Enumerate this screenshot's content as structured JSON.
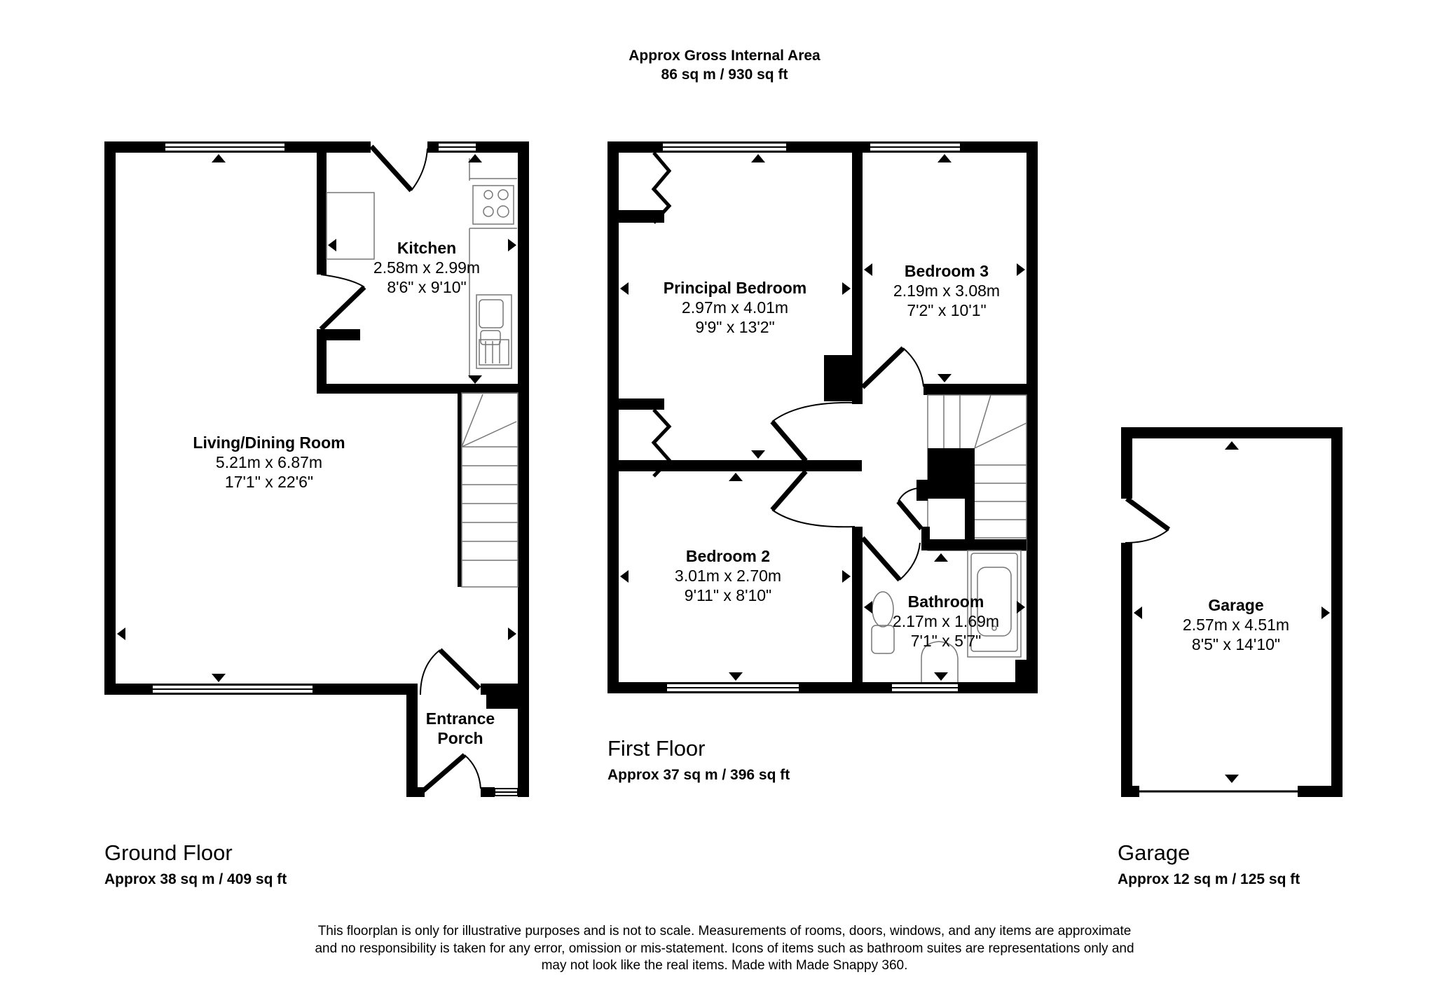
{
  "header": {
    "title": "Approx Gross Internal Area",
    "total_area": "86 sq m / 930 sq ft"
  },
  "floors": {
    "ground": {
      "name": "Ground Floor",
      "area": "Approx 38 sq m / 409 sq ft",
      "rooms": [
        {
          "name": "Living/Dining Room",
          "metric": "5.21m x 6.87m",
          "imperial": "17'1\" x 22'6\""
        },
        {
          "name": "Kitchen",
          "metric": "2.58m x 2.99m",
          "imperial": "8'6\" x 9'10\""
        },
        {
          "name_line1": "Entrance",
          "name_line2": "Porch"
        }
      ]
    },
    "first": {
      "name": "First Floor",
      "area": "Approx 37 sq m / 396 sq ft",
      "rooms": [
        {
          "name": "Principal Bedroom",
          "metric": "2.97m x 4.01m",
          "imperial": "9'9\" x 13'2\""
        },
        {
          "name": "Bedroom 3",
          "metric": "2.19m x 3.08m",
          "imperial": "7'2\" x 10'1\""
        },
        {
          "name": "Bedroom 2",
          "metric": "3.01m x 2.70m",
          "imperial": "9'11\" x 8'10\""
        },
        {
          "name": "Bathroom",
          "metric": "2.17m x 1.69m",
          "imperial": "7'1\" x 5'7\""
        }
      ]
    },
    "garage": {
      "name": "Garage",
      "area": "Approx 12 sq m / 125 sq ft",
      "rooms": [
        {
          "name": "Garage",
          "metric": "2.57m x 4.51m",
          "imperial": "8'5\" x 14'10\""
        }
      ]
    }
  },
  "disclaimer": {
    "line1": "This floorplan is only for illustrative purposes and is not to scale. Measurements of rooms, doors, windows, and any items are approximate",
    "line2": "and no responsibility is taken for any error, omission or mis-statement. Icons of items such as bathroom suites are representations only and",
    "line3": "may not look like the real items. Made with Made Snappy 360."
  }
}
